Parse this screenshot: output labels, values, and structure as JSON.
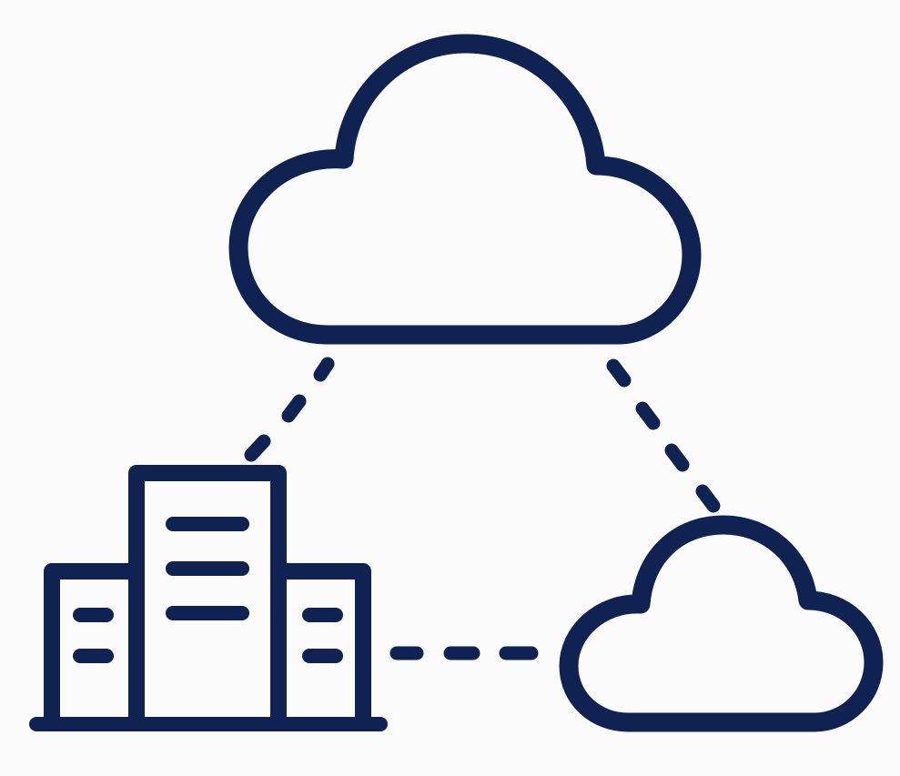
{
  "diagram": {
    "kind": "hybrid-cloud-icon",
    "stroke_color": "#0f2251",
    "background_color": "#fbfbfb",
    "nodes": [
      {
        "id": "public-cloud",
        "icon": "cloud-icon"
      },
      {
        "id": "on-premises",
        "icon": "building-icon"
      },
      {
        "id": "private-cloud",
        "icon": "cloud-icon"
      }
    ],
    "links": [
      {
        "from": "public-cloud",
        "to": "on-premises",
        "style": "dashed"
      },
      {
        "from": "public-cloud",
        "to": "private-cloud",
        "style": "dashed"
      },
      {
        "from": "on-premises",
        "to": "private-cloud",
        "style": "dashed"
      }
    ]
  }
}
